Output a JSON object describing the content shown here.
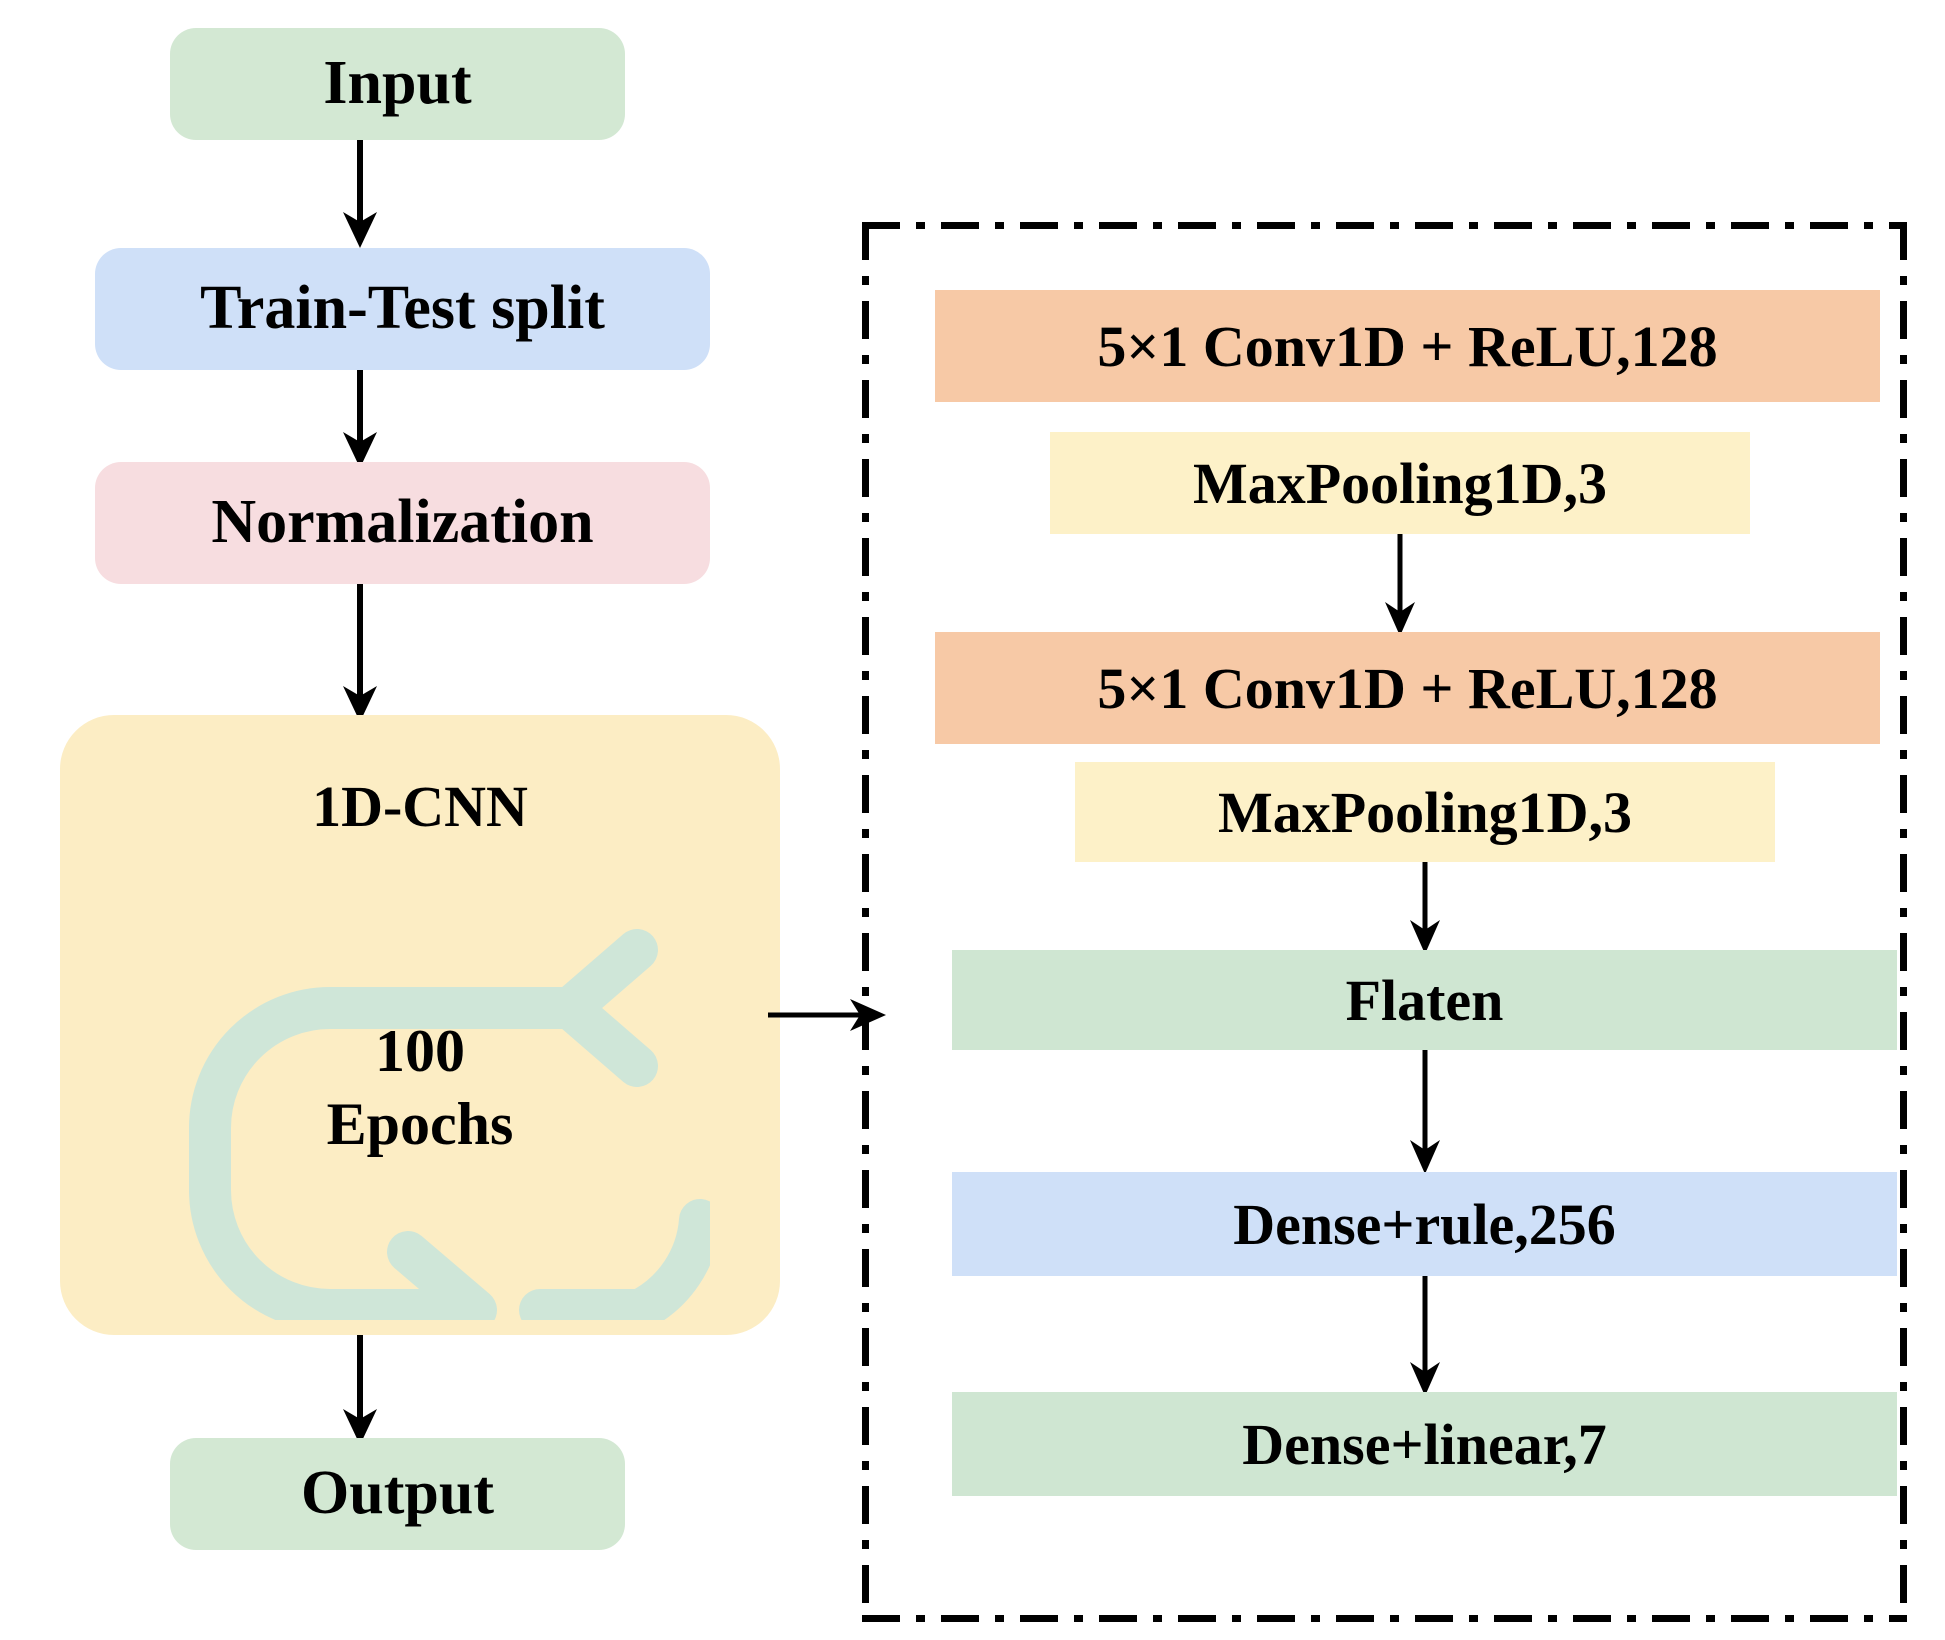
{
  "diagram": {
    "title": "1D-CNN model pipeline flowchart",
    "left_pipeline": [
      {
        "id": "input",
        "label": "Input",
        "color": "#d3e8d3"
      },
      {
        "id": "train-test",
        "label": "Train-Test split",
        "color": "#cfe0f8"
      },
      {
        "id": "normalization",
        "label": "Normalization",
        "color": "#f7dde0"
      },
      {
        "id": "cnn",
        "label": "1D-CNN",
        "color": "#fcedc4"
      },
      {
        "id": "output",
        "label": "Output",
        "color": "#d3e8d3"
      }
    ],
    "cnn_box": {
      "title": "1D-CNN",
      "epochs_count": "100",
      "epochs_word": "Epochs",
      "loop_color": "#cfe6d8"
    },
    "detail_panel": {
      "border_style": "dash-dot",
      "layers": [
        {
          "id": "conv1",
          "label": "5×1 Conv1D + ReLU,128",
          "color": "#f7c9a6"
        },
        {
          "id": "pool1",
          "label": "MaxPooling1D,3",
          "color": "#fdf1c8"
        },
        {
          "id": "conv2",
          "label": "5×1 Conv1D + ReLU,128",
          "color": "#f7c9a6"
        },
        {
          "id": "pool2",
          "label": "MaxPooling1D,3",
          "color": "#fdf1c8"
        },
        {
          "id": "flatten",
          "label": "Flaten",
          "color": "#cfe6d2"
        },
        {
          "id": "dense1",
          "label": "Dense+rule,256",
          "color": "#cfe0f8"
        },
        {
          "id": "dense2",
          "label": "Dense+linear,7",
          "color": "#cfe6d2"
        }
      ]
    },
    "connectors": [
      {
        "id": "input-to-split",
        "type": "arrow-down"
      },
      {
        "id": "split-to-norm",
        "type": "arrow-down"
      },
      {
        "id": "norm-to-cnn",
        "type": "arrow-down"
      },
      {
        "id": "cnn-to-output",
        "type": "arrow-down"
      },
      {
        "id": "cnn-to-detail",
        "type": "arrow-right"
      },
      {
        "id": "pool1-to-conv2",
        "type": "arrow-down"
      },
      {
        "id": "pool2-to-flatten",
        "type": "arrow-down"
      },
      {
        "id": "flatten-to-dense1",
        "type": "arrow-down"
      },
      {
        "id": "dense1-to-dense2",
        "type": "arrow-down"
      }
    ]
  }
}
